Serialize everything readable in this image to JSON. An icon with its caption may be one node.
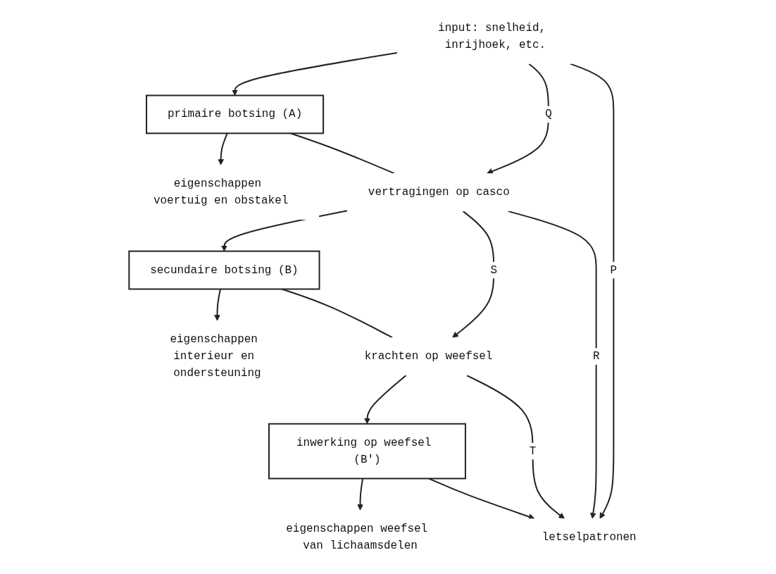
{
  "diagram": {
    "nodes": [
      {
        "text": [
          "input: snelheid, inrijhoek, etc."
        ]
      },
      {
        "text": [
          "primaire botsing (A)"
        ]
      },
      {
        "text": [
          "eigenschappen voertuig en obstakel"
        ]
      },
      {
        "text": [
          "vertragingen op casco"
        ]
      },
      {
        "text": [
          "secundaire botsing (B)"
        ]
      },
      {
        "text": [
          "eigenschappen interieur en ondersteuning"
        ]
      },
      {
        "text": [
          "krachten op weefsel"
        ]
      },
      {
        "text": [
          "inwerking op weefsel (B')"
        ]
      },
      {
        "text": [
          "eigenschappen weefsel van lichaamsdelen"
        ]
      },
      {
        "text": [
          "letselpatronen"
        ]
      }
    ],
    "edges": [
      {
        "from": 0,
        "to": 1,
        "arrow": "to"
      },
      {
        "from": 1,
        "to": 2,
        "arrow": "to"
      },
      {
        "from": 1,
        "to": 3,
        "arrow": "none"
      },
      {
        "from": 0,
        "to": 3,
        "arrow": "to",
        "label": "Q"
      },
      {
        "from": 3,
        "to": 4,
        "arrow": "to"
      },
      {
        "from": 4,
        "to": 5,
        "arrow": "to"
      },
      {
        "from": 4,
        "to": 6,
        "arrow": "none"
      },
      {
        "from": 3,
        "to": 6,
        "arrow": "to",
        "label": "S"
      },
      {
        "from": 6,
        "to": 7,
        "arrow": "to"
      },
      {
        "from": 7,
        "to": 8,
        "arrow": "to"
      },
      {
        "from": 7,
        "to": 9,
        "arrow": "to"
      },
      {
        "from": 6,
        "to": 9,
        "arrow": "to",
        "label": "T"
      },
      {
        "from": 3,
        "to": 9,
        "arrow": "to",
        "label": "R"
      },
      {
        "from": 0,
        "to": 9,
        "arrow": "to",
        "label": "P"
      }
    ]
  }
}
